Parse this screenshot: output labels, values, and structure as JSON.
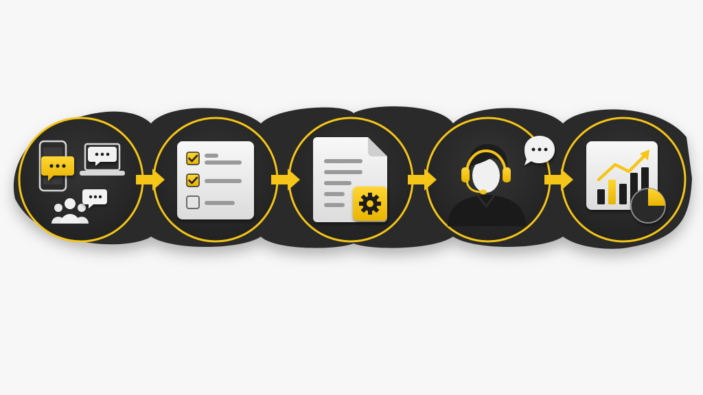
{
  "diagram": {
    "type": "process-flow",
    "step_count": 5,
    "colors": {
      "background": "#f7f7f7",
      "band": "#2a2a2a",
      "accent": "#f5c518",
      "tile": "#efefef",
      "line_gray": "#9a9a9a",
      "figure_dark": "#1d1d1d"
    },
    "steps": [
      {
        "icon": "multichannel-contact-icon",
        "elements": [
          "mobile-phone",
          "chat-bubble",
          "laptop",
          "user-group"
        ]
      },
      {
        "icon": "checklist-icon",
        "elements": [
          "checked-box",
          "checked-box",
          "empty-box"
        ]
      },
      {
        "icon": "document-settings-icon",
        "elements": [
          "document",
          "gear"
        ]
      },
      {
        "icon": "support-agent-icon",
        "elements": [
          "headset-agent",
          "chat-bubble"
        ]
      },
      {
        "icon": "analytics-report-icon",
        "elements": [
          "bar-chart",
          "trend-arrow",
          "pie-chart"
        ]
      }
    ],
    "connectors": [
      {
        "from": 1,
        "to": 2,
        "icon": "arrow-right-icon"
      },
      {
        "from": 2,
        "to": 3,
        "icon": "arrow-right-icon"
      },
      {
        "from": 3,
        "to": 4,
        "icon": "arrow-right-icon"
      },
      {
        "from": 4,
        "to": 5,
        "icon": "arrow-right-icon"
      }
    ]
  }
}
